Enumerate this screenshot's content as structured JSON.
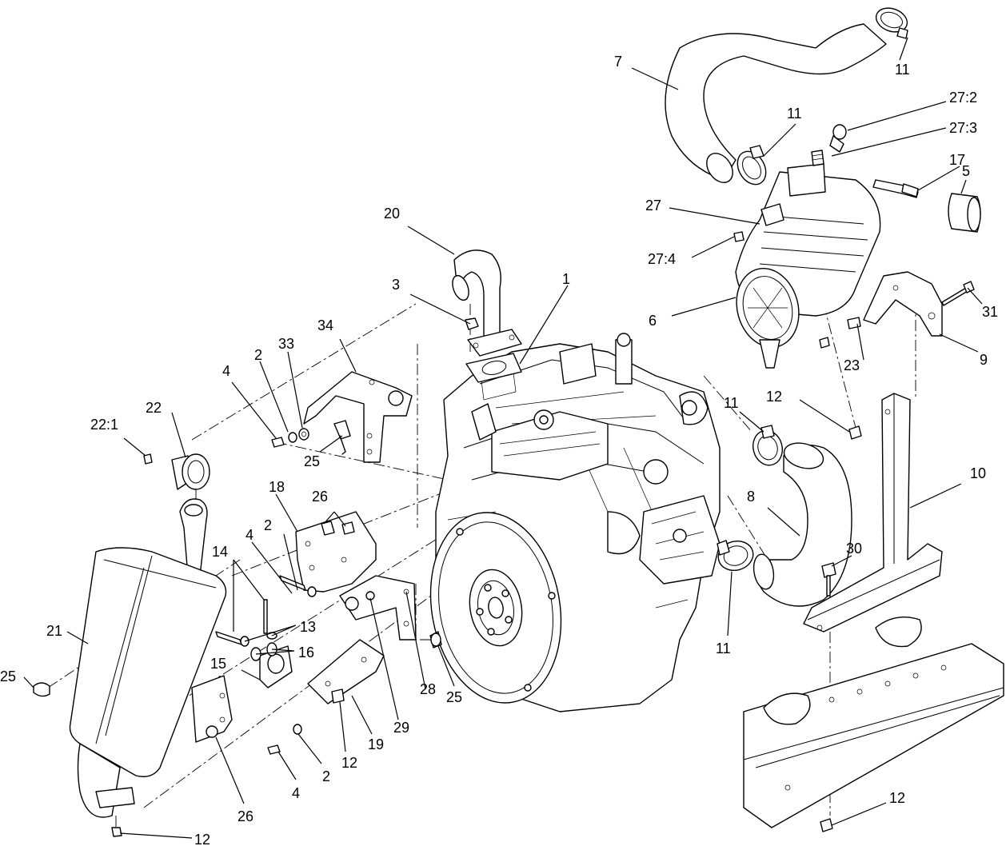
{
  "callouts": [
    {
      "id": "c-1",
      "text": "1"
    },
    {
      "id": "c-2a",
      "text": "2"
    },
    {
      "id": "c-2b",
      "text": "2"
    },
    {
      "id": "c-2c",
      "text": "2"
    },
    {
      "id": "c-3",
      "text": "3"
    },
    {
      "id": "c-4a",
      "text": "4"
    },
    {
      "id": "c-4b",
      "text": "4"
    },
    {
      "id": "c-4c",
      "text": "4"
    },
    {
      "id": "c-5",
      "text": "5"
    },
    {
      "id": "c-6",
      "text": "6"
    },
    {
      "id": "c-7",
      "text": "7"
    },
    {
      "id": "c-8",
      "text": "8"
    },
    {
      "id": "c-9",
      "text": "9"
    },
    {
      "id": "c-10",
      "text": "10"
    },
    {
      "id": "c-11a",
      "text": "11"
    },
    {
      "id": "c-11b",
      "text": "11"
    },
    {
      "id": "c-11c",
      "text": "11"
    },
    {
      "id": "c-11d",
      "text": "11"
    },
    {
      "id": "c-12a",
      "text": "12"
    },
    {
      "id": "c-12b",
      "text": "12"
    },
    {
      "id": "c-12c",
      "text": "12"
    },
    {
      "id": "c-12d",
      "text": "12"
    },
    {
      "id": "c-13",
      "text": "13"
    },
    {
      "id": "c-14",
      "text": "14"
    },
    {
      "id": "c-15",
      "text": "15"
    },
    {
      "id": "c-16",
      "text": "16"
    },
    {
      "id": "c-17",
      "text": "17"
    },
    {
      "id": "c-18",
      "text": "18"
    },
    {
      "id": "c-19",
      "text": "19"
    },
    {
      "id": "c-20",
      "text": "20"
    },
    {
      "id": "c-21",
      "text": "21"
    },
    {
      "id": "c-22",
      "text": "22"
    },
    {
      "id": "c-22-1",
      "text": "22:1"
    },
    {
      "id": "c-23",
      "text": "23"
    },
    {
      "id": "c-25a",
      "text": "25"
    },
    {
      "id": "c-25b",
      "text": "25"
    },
    {
      "id": "c-25c",
      "text": "25"
    },
    {
      "id": "c-26a",
      "text": "26"
    },
    {
      "id": "c-26b",
      "text": "26"
    },
    {
      "id": "c-27",
      "text": "27"
    },
    {
      "id": "c-27-2",
      "text": "27:2"
    },
    {
      "id": "c-27-3",
      "text": "27:3"
    },
    {
      "id": "c-27-4",
      "text": "27:4"
    },
    {
      "id": "c-28",
      "text": "28"
    },
    {
      "id": "c-29",
      "text": "29"
    },
    {
      "id": "c-30",
      "text": "30"
    },
    {
      "id": "c-31",
      "text": "31"
    },
    {
      "id": "c-33",
      "text": "33"
    },
    {
      "id": "c-34",
      "text": "34"
    }
  ]
}
